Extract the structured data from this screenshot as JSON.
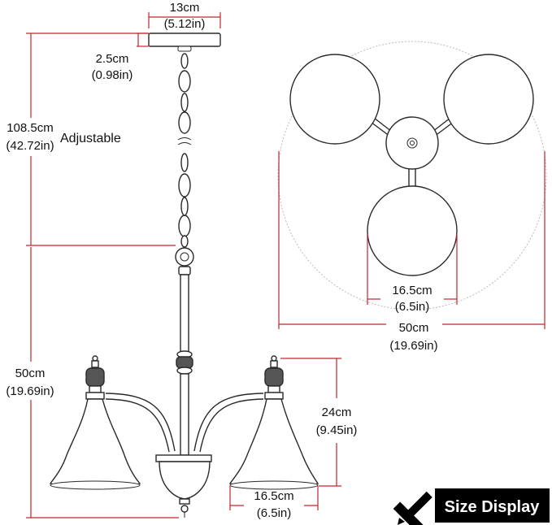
{
  "labels": {
    "canopy_width_cm": "13cm",
    "canopy_width_in": "(5.12in)",
    "canopy_height_cm": "2.5cm",
    "canopy_height_in": "(0.98in)",
    "chain_length_cm": "108.5cm",
    "chain_length_in": "(42.72in)",
    "adjustable": "Adjustable",
    "body_height_cm": "50cm",
    "body_height_in": "(19.69in)",
    "shade_height_cm": "24cm",
    "shade_height_in": "(9.45in)",
    "shade_width_cm": "16.5cm",
    "shade_width_in": "(6.5in)",
    "top_shade_width_cm": "16.5cm",
    "top_shade_width_in": "(6.5in)",
    "span_cm": "50cm",
    "span_in": "(19.69in)"
  },
  "badge": {
    "label": "Size Display",
    "icon": "ruler-pencil-icon"
  },
  "colors": {
    "dimension_line": "#c1272d",
    "outline": "#2a2a2a",
    "badge_background": "#000000"
  }
}
